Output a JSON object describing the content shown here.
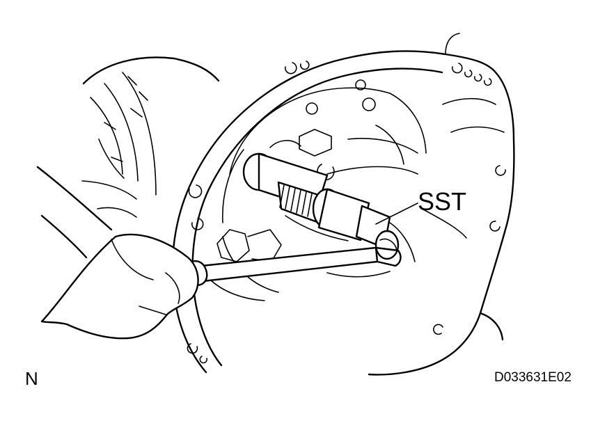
{
  "figure": {
    "callout_label": "SST",
    "view_code": "N",
    "figure_id": "D033631E02",
    "illustration_icon": "transmission-shaft-removal-illustration"
  },
  "colors": {
    "ink": "#000000",
    "paper": "#ffffff"
  }
}
